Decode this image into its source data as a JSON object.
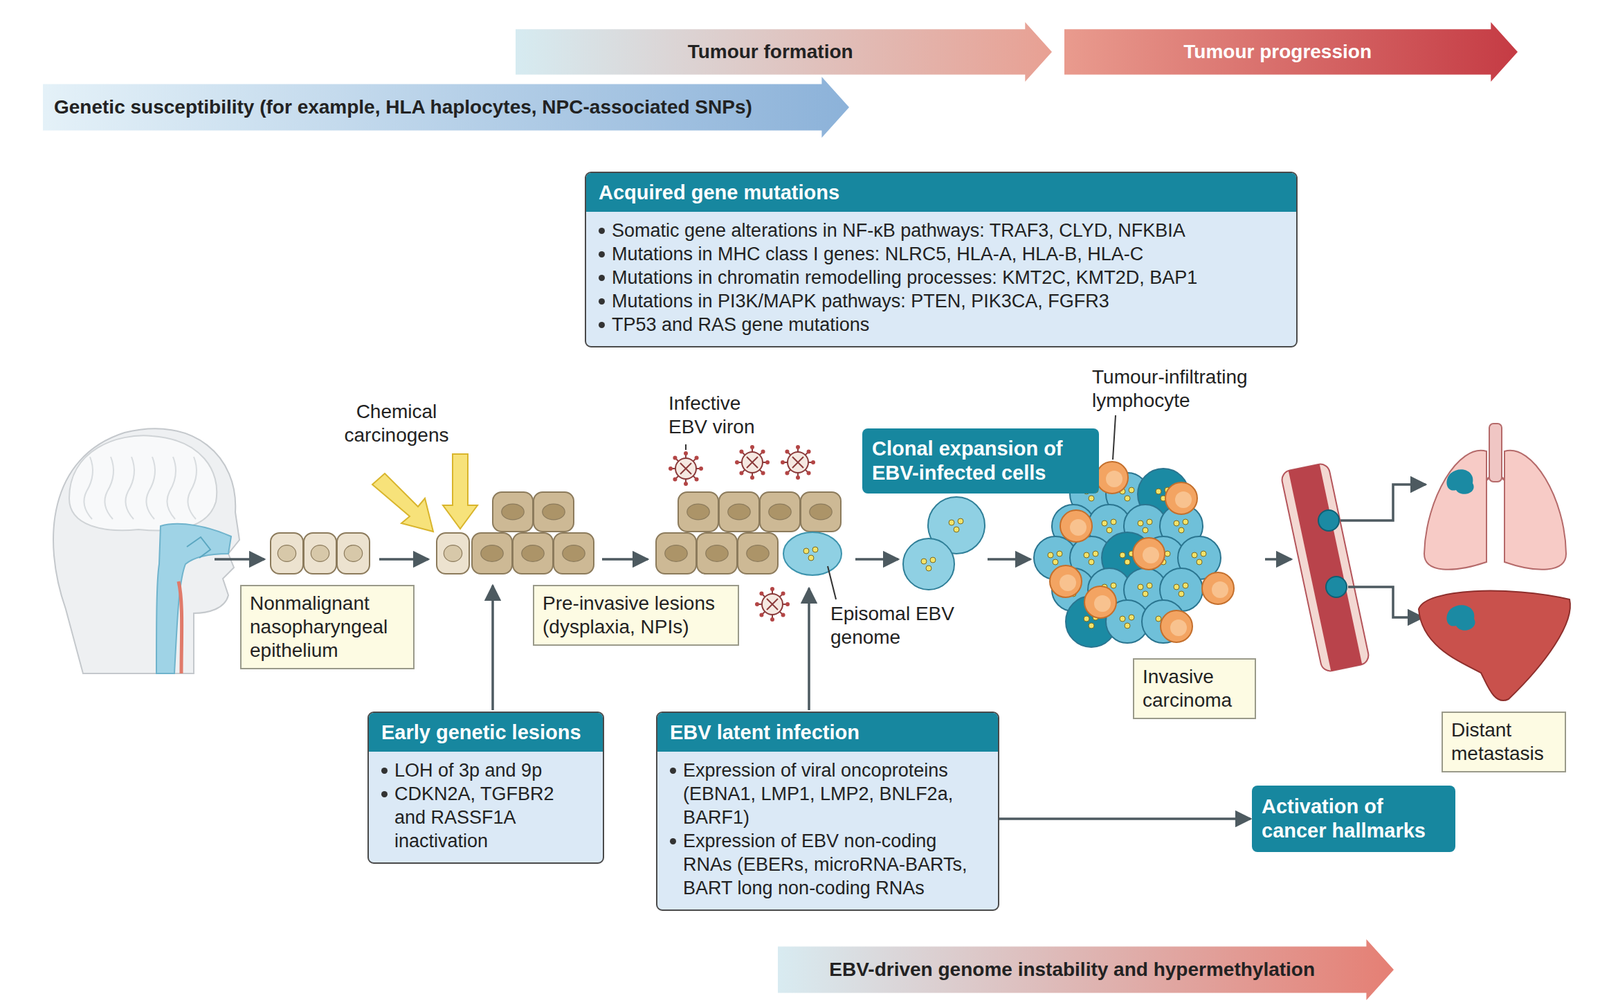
{
  "diagram": {
    "nodes": [
      {
        "text": [
          "Tumour formation"
        ]
      },
      {
        "text": [
          "Tumour progression"
        ]
      },
      {
        "text": [
          "Genetic susceptibility (for example, HLA haplocytes, NPC-associated SNPs)"
        ]
      },
      {
        "text": [
          "Acquired gene mutations",
          "Somatic gene alterations in NF-κB pathways: TRAF3, CLYD, NFKBIA",
          "Mutations in MHC class I genes: NLRC5, HLA-A, HLA-B, HLA-C",
          "Mutations in chromatin remodelling processes: KMT2C, KMT2D, BAP1",
          "Mutations in PI3K/MAPK pathways: PTEN, PIK3CA, FGFR3",
          "TP53 and RAS gene mutations"
        ]
      },
      {
        "text": [
          "Nonmalignant nasopharyngeal epithelium"
        ]
      },
      {
        "text": [
          "Pre-invasive lesions (dysplaxia, NPIs)"
        ]
      },
      {
        "text": [
          "Clonal expansion of EBV-infected cells"
        ]
      },
      {
        "text": [
          "Invasive carcinoma"
        ]
      },
      {
        "text": [
          "Distant metastasis"
        ]
      },
      {
        "text": [
          "Early genetic lesions",
          "LOH of 3p and 9p",
          "CDKN2A, TGFBR2 and RASSF1A inactivation"
        ]
      },
      {
        "text": [
          "EBV latent infection",
          "Expression of viral oncoproteins (EBNA1, LMP1, LMP2, BNLF2a, BARF1)",
          "Expression of EBV non-coding RNAs (EBERs, microRNA-BARTs, BART long non-coding RNAs"
        ]
      },
      {
        "text": [
          "Activation of cancer hallmarks"
        ]
      },
      {
        "text": [
          "EBV-driven genome instability and hypermethylation"
        ]
      }
    ],
    "edges": [
      {
        "from": 10,
        "to": 11,
        "arrow": "to"
      }
    ],
    "labels": [
      "Chemical carcinogens",
      "Infective EBV viron",
      "Episomal EBV genome",
      "Tumour-infiltrating lymphocyte"
    ]
  }
}
